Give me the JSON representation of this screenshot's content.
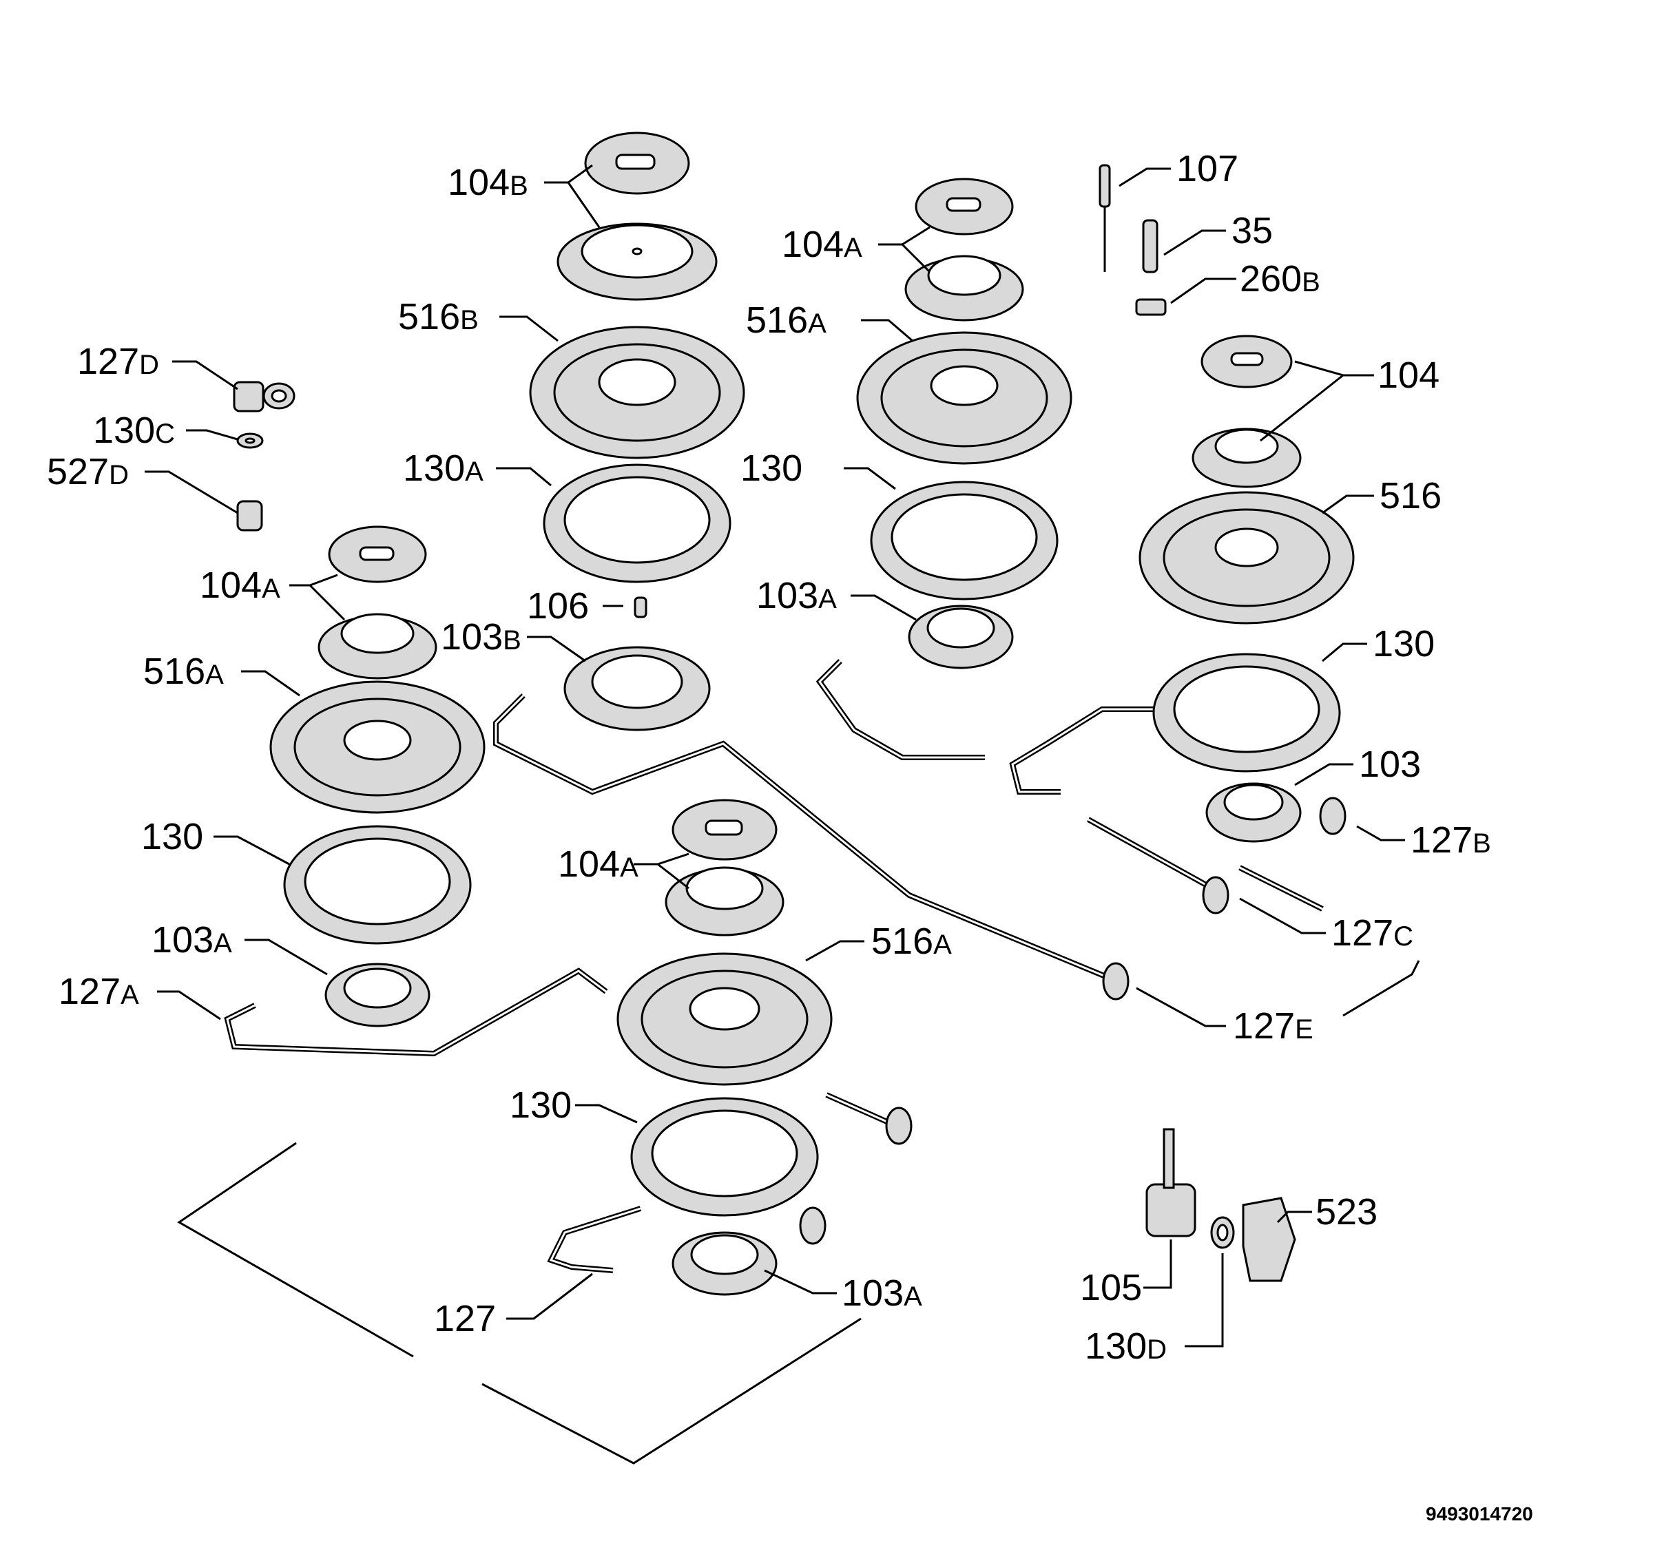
{
  "labels": {
    "p104B": {
      "num": "104",
      "suffix": "B"
    },
    "p516B": {
      "num": "516",
      "suffix": "B"
    },
    "p130A": {
      "num": "130",
      "suffix": "A"
    },
    "p106": {
      "num": "106",
      "suffix": ""
    },
    "p103B": {
      "num": "103",
      "suffix": "B"
    },
    "p127D": {
      "num": "127",
      "suffix": "D"
    },
    "p130C": {
      "num": "130",
      "suffix": "C"
    },
    "p527D": {
      "num": "527",
      "suffix": "D"
    },
    "p104A_left": {
      "num": "104",
      "suffix": "A"
    },
    "p516A_left": {
      "num": "516",
      "suffix": "A"
    },
    "p130_left": {
      "num": "130",
      "suffix": ""
    },
    "p103A_left": {
      "num": "103",
      "suffix": "A"
    },
    "p127A": {
      "num": "127",
      "suffix": "A"
    },
    "p104A_mid": {
      "num": "104",
      "suffix": "A"
    },
    "p516A_mid": {
      "num": "516",
      "suffix": "A"
    },
    "p130_mid": {
      "num": "130",
      "suffix": ""
    },
    "p103A_mid": {
      "num": "103",
      "suffix": "A"
    },
    "p127": {
      "num": "127",
      "suffix": ""
    },
    "p104A_top": {
      "num": "104",
      "suffix": "A"
    },
    "p516A_top": {
      "num": "516",
      "suffix": "A"
    },
    "p130_top": {
      "num": "130",
      "suffix": ""
    },
    "p103A_top": {
      "num": "103",
      "suffix": "A"
    },
    "p107": {
      "num": "107",
      "suffix": ""
    },
    "p35": {
      "num": "35",
      "suffix": ""
    },
    "p260B": {
      "num": "260",
      "suffix": "B"
    },
    "p104": {
      "num": "104",
      "suffix": ""
    },
    "p516": {
      "num": "516",
      "suffix": ""
    },
    "p130_right": {
      "num": "130",
      "suffix": ""
    },
    "p103": {
      "num": "103",
      "suffix": ""
    },
    "p127B": {
      "num": "127",
      "suffix": "B"
    },
    "p127C": {
      "num": "127",
      "suffix": "C"
    },
    "p127E": {
      "num": "127",
      "suffix": "E"
    },
    "p105": {
      "num": "105",
      "suffix": ""
    },
    "p130D": {
      "num": "130",
      "suffix": "D"
    },
    "p523": {
      "num": "523",
      "suffix": ""
    }
  },
  "drawing_code": "9493014720"
}
